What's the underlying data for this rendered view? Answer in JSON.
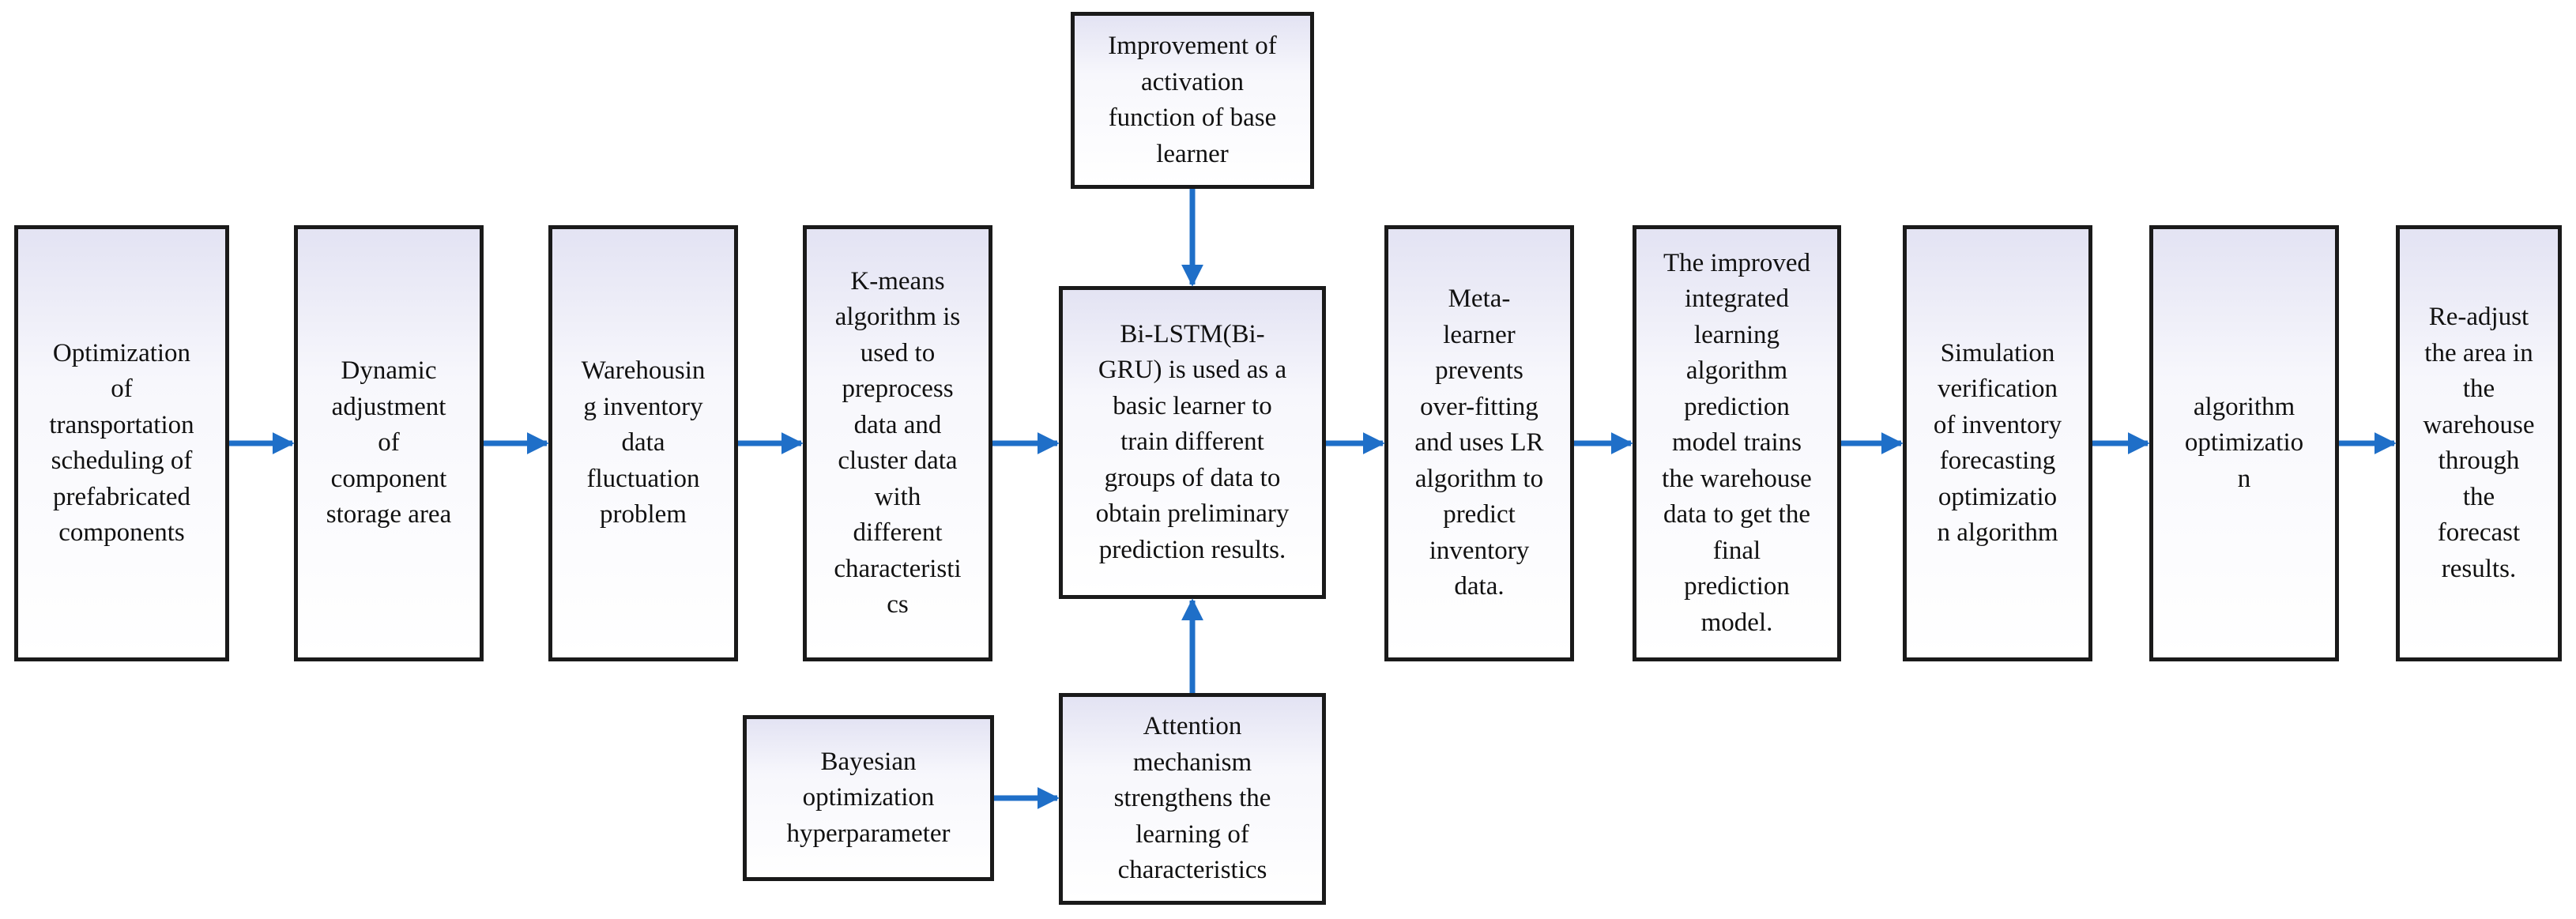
{
  "diagram": {
    "nodes": {
      "optimization_transport": "Optimization\nof\ntransportation\nscheduling of\nprefabricated\ncomponents",
      "dynamic_adjustment": "Dynamic\nadjustment\nof\ncomponent\nstorage area",
      "warehousing_fluctuation": "Warehousin\ng inventory\ndata\nfluctuation\nproblem",
      "kmeans": "K-means\nalgorithm is\nused to\npreprocess\ndata and\ncluster data\nwith\ndifferent\ncharacteristi\ncs",
      "activation_improvement": "Improvement of\nactivation\nfunction of base\nlearner",
      "bilstm": "Bi-LSTM(Bi-\nGRU) is used as a\nbasic learner to\ntrain different\ngroups of data to\nobtain preliminary\nprediction results.",
      "bayesian": "Bayesian\noptimization\nhyperparameter",
      "attention": "Attention\nmechanism\nstrengthens the\nlearning of\ncharacteristics",
      "meta_learner": "Meta-\nlearner\nprevents\nover-fitting\nand uses LR\nalgorithm to\npredict\ninventory\ndata.",
      "improved_model": "The improved\nintegrated\nlearning\nalgorithm\nprediction\nmodel trains\nthe warehouse\ndata to get the\nfinal\nprediction\nmodel.",
      "simulation": "Simulation\nverification\nof inventory\nforecasting\noptimizatio\nn algorithm",
      "algorithm_optimization": "algorithm\noptimizatio\nn",
      "readjust_area": "Re-adjust\nthe area in\nthe\nwarehouse\nthrough\nthe\nforecast\nresults."
    },
    "colors": {
      "arrow": "#1f6fc8",
      "box_border": "#1a1a1a",
      "box_fill_top": "#e3e3f3",
      "box_fill_bottom": "#ffffff"
    }
  }
}
